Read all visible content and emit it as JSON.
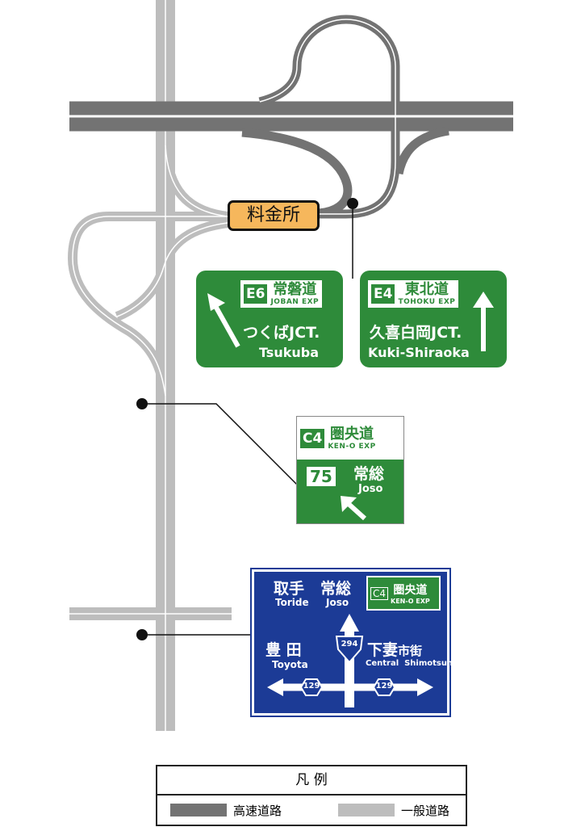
{
  "toll_booth": {
    "label": "料金所"
  },
  "signs": {
    "joban": {
      "route_code": "E6",
      "route_name": "常磐道",
      "route_name_en": "JOBAN EXP",
      "destination": "つくばJCT.",
      "destination_en": "Tsukuba"
    },
    "tohoku": {
      "route_code": "E4",
      "route_name": "東北道",
      "route_name_en": "TOHOKU EXP",
      "destination": "久喜白岡JCT.",
      "destination_en": "Kuki-Shiraoka"
    },
    "kenoh": {
      "route_code": "C4",
      "route_name": "圏央道",
      "route_name_en": "KEN-O EXP",
      "exit_number": "75",
      "destination": "常総",
      "destination_en": "Joso"
    },
    "general": {
      "top_left": "取手",
      "top_left_en": "Toride",
      "top_right": "常総",
      "top_right_en": "Joso",
      "expressway_code": "C4",
      "expressway_name": "圏央道",
      "expressway_name_en": "KEN-O EXP",
      "left": "豊 田",
      "left_en": "Toyota",
      "right": "下妻",
      "right_suffix": "市街",
      "right_en": "Central  Shimotsuma",
      "route_straight": "294",
      "route_left": "129",
      "route_right": "129"
    }
  },
  "legend": {
    "title": "凡 例",
    "items": [
      {
        "label": "高速道路",
        "color": "#737373"
      },
      {
        "label": "一般道路",
        "color": "#bdbdbd"
      }
    ]
  }
}
